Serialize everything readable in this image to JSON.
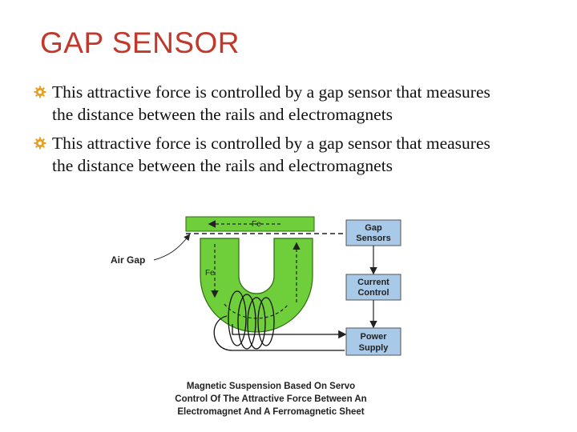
{
  "slide": {
    "title": "GAP SENSOR",
    "bullets": [
      {
        "text": "This attractive force is controlled by a gap sensor that measures the distance between the rails and electromagnets",
        "icon": "gear-bullet-icon"
      },
      {
        "text": "This attractive force is controlled by a gap sensor that measures the distance between the rails and electromagnets",
        "icon": "gear-bullet-icon"
      }
    ],
    "colors": {
      "title": "#c0392b",
      "bullet_icon": "#e8a020",
      "magnet_green": "#6fcf3a",
      "box_blue": "#a9c9e8"
    }
  },
  "figure": {
    "boxes": {
      "gap_sensors": [
        "Gap",
        "Sensors"
      ],
      "current_control": [
        "Current",
        "Control"
      ],
      "power_supply": [
        "Power",
        "Supply"
      ]
    },
    "labels": {
      "air_gap": "Air Gap",
      "fe_top": "Fe",
      "fe_left": "Fe"
    },
    "caption": [
      "Magnetic Suspension Based On Servo",
      "Control Of The Attractive Force Between An",
      "Electromagnet And A Ferromagnetic Sheet"
    ]
  }
}
